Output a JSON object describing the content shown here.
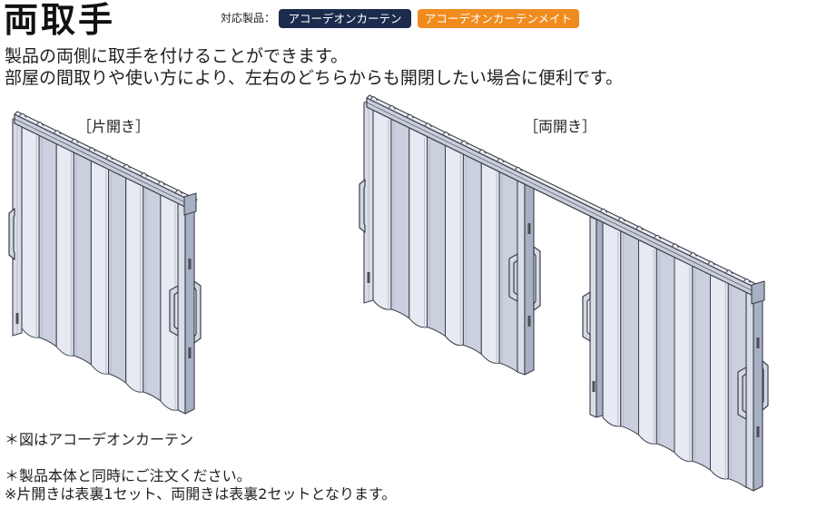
{
  "title": "両取手",
  "compatible": {
    "label": "対応製品：",
    "products": [
      {
        "name": "アコーデオンカーテン",
        "color": "#1c2b4d"
      },
      {
        "name": "アコーデオンカーテンメイト",
        "color": "#f08c1f"
      }
    ]
  },
  "description": [
    "製品の両側に取手を付けることができます。",
    "部屋の間取りや使い方により、左右のどちらからも開閉したい場合に便利です。"
  ],
  "figures": {
    "single": {
      "label": "［片開き］"
    },
    "double": {
      "label": "［両開き］"
    }
  },
  "notes": {
    "figure_note": "＊図はアコーデオンカーテン",
    "order_note": "＊製品本体と同時にご注文ください。",
    "set_note": "※片開きは表裏1セット、両開きは表裏2セットとなります。"
  },
  "colors": {
    "badge_text": "#ffffff",
    "curtain": {
      "outline": "#3b3f4a",
      "pleat_light": "#e7eaf2",
      "pleat_dark": "#cbd0de",
      "fold": "#b7bdcc",
      "stile_front": "#d9dde8",
      "stile_side": "#a8b0c3",
      "rail": "#c9cedb",
      "rail_top": "#eceef4",
      "handle": "#d3d8e4",
      "magnet": "#4a4e58"
    }
  }
}
